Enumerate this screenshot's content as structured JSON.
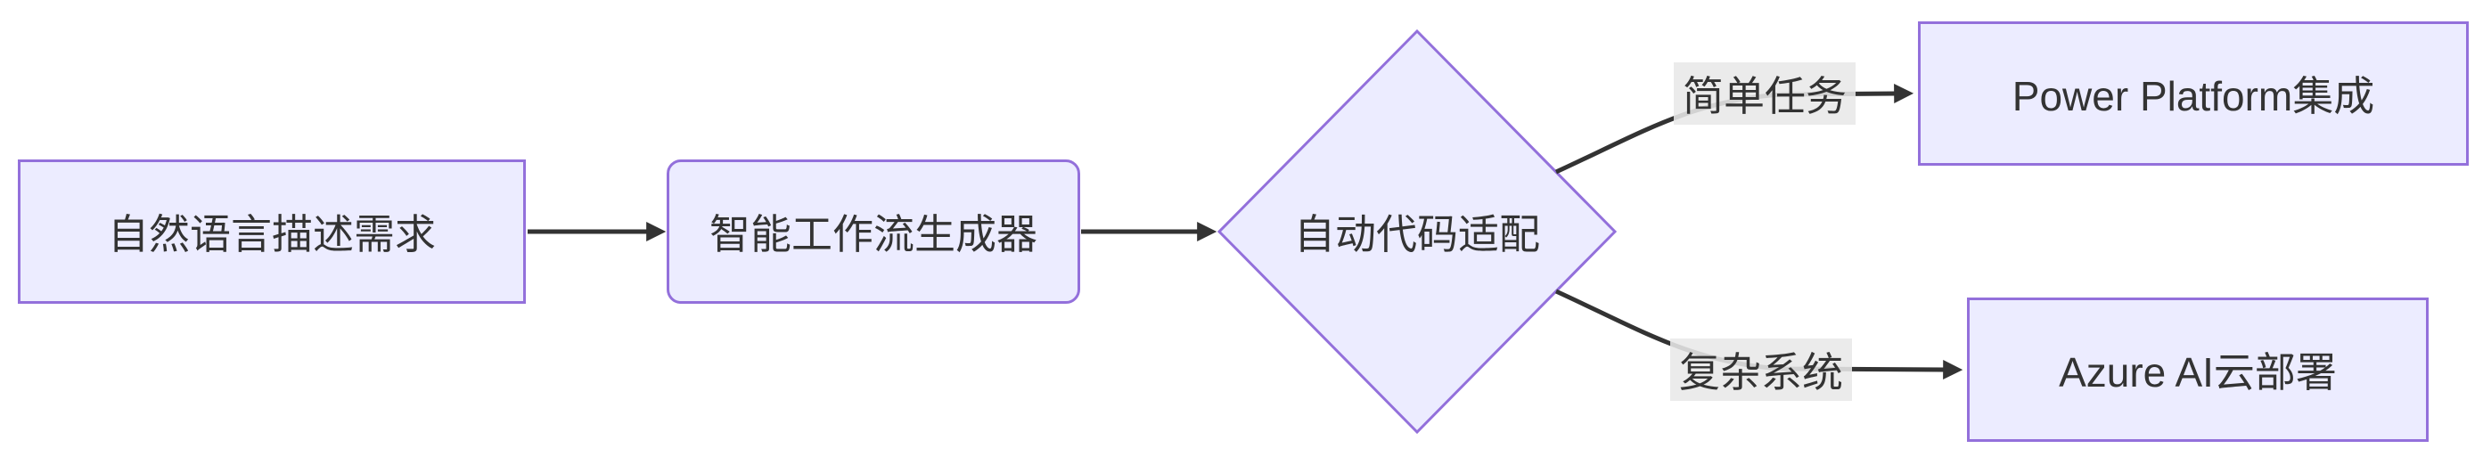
{
  "diagram": {
    "type": "flowchart",
    "direction": "left-to-right",
    "background_color": "#ffffff",
    "colors": {
      "node_fill": "#ECECFF",
      "node_border": "#9370DB",
      "edge_line": "#333333",
      "arrowhead": "#333333",
      "node_text": "#333333",
      "edge_label_background": "#e8e8e8"
    },
    "nodes": [
      {
        "id": "start",
        "shape": "rectangle",
        "label": "自然语言描述需求"
      },
      {
        "id": "generator",
        "shape": "rounded-rectangle",
        "label": "智能工作流生成器"
      },
      {
        "id": "decision",
        "shape": "diamond",
        "label": "自动代码适配"
      },
      {
        "id": "power-platform",
        "shape": "rectangle",
        "label": "Power Platform集成"
      },
      {
        "id": "azure-deploy",
        "shape": "rectangle",
        "label": "Azure AI云部署"
      }
    ],
    "edges": [
      {
        "from": "start",
        "to": "generator",
        "label": ""
      },
      {
        "from": "generator",
        "to": "decision",
        "label": ""
      },
      {
        "from": "decision",
        "to": "power-platform",
        "label": "简单任务"
      },
      {
        "from": "decision",
        "to": "azure-deploy",
        "label": "复杂系统"
      }
    ]
  }
}
